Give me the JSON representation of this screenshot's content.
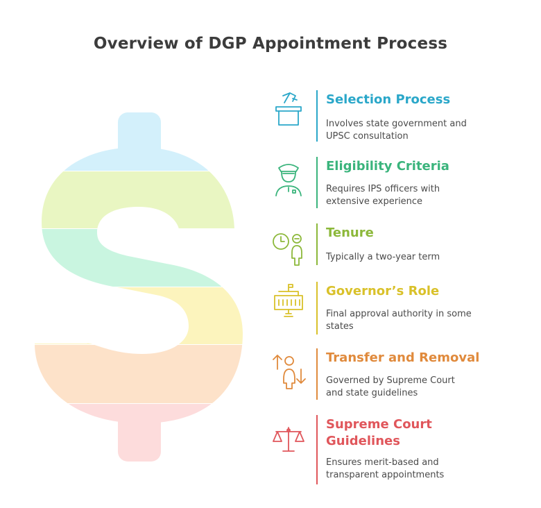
{
  "title": "Overview of DGP Appointment Process",
  "sections": [
    {
      "icon": "podium-icon",
      "color": "#2aa7c9",
      "heading": "Selection Process",
      "description": "Involves state government and UPSC consultation"
    },
    {
      "icon": "police-officer-icon",
      "color": "#3ab47c",
      "heading": "Eligibility Criteria",
      "description": "Requires IPS officers with extensive experience"
    },
    {
      "icon": "clock-person-icon",
      "color": "#8cb83a",
      "heading": "Tenure",
      "description": "Typically a two-year term"
    },
    {
      "icon": "government-building-icon",
      "color": "#d9c12a",
      "heading": "Governor’s Role",
      "description": "Final approval authority in some states"
    },
    {
      "icon": "transfer-person-icon",
      "color": "#e08a3c",
      "heading": "Transfer and Removal",
      "description": "Governed by Supreme Court and state guidelines"
    },
    {
      "icon": "scales-of-justice-icon",
      "color": "#e0565b",
      "heading": "Supreme Court Guidelines",
      "description": "Ensures merit-based and transparent appointments"
    }
  ],
  "band_colors": [
    "#d3f0fb",
    "#e9f6c2",
    "#c9f5e0",
    "#fcf4bd",
    "#fde2c9",
    "#fddcdc"
  ]
}
